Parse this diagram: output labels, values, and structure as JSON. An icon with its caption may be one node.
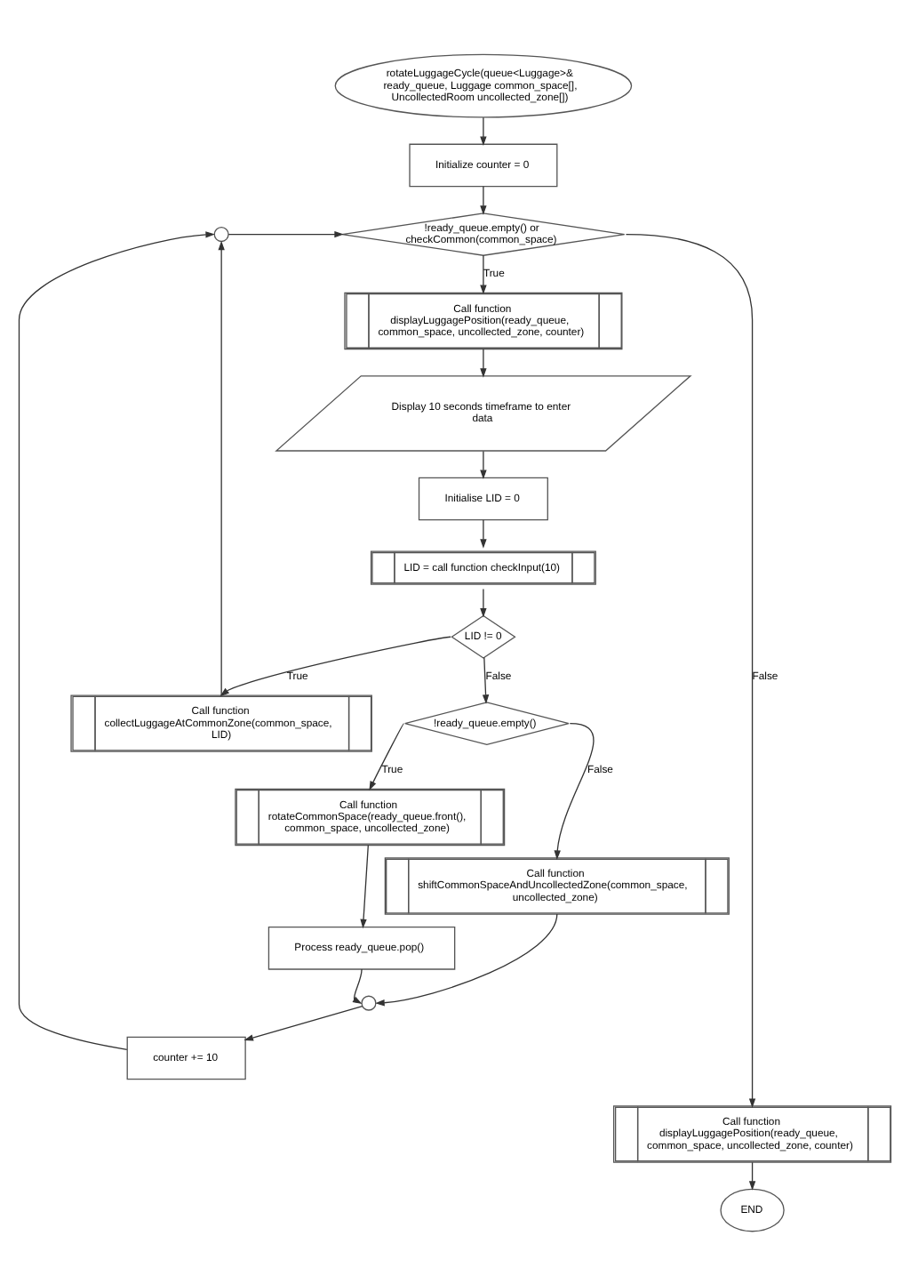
{
  "diagram": {
    "nodes": [
      {
        "text": [
          "rotateLuggageCycle(queue<Luggage>& ready_queue, Luggage common_space[], UncollectedRoom uncollected_zone[])"
        ]
      },
      {
        "text": [
          "Initialize counter = 0"
        ]
      },
      {
        "text": [],
        "shape": "circle"
      },
      {
        "text": [
          "!ready_queue.empty() or checkCommon(common_space)"
        ]
      },
      {
        "text": [
          "Call function displayLuggagePosition(ready_queue, common_space, uncollected_zone, counter)"
        ]
      },
      {
        "text": [
          "Display 10 seconds timeframe to enter data"
        ]
      },
      {
        "text": [
          "Initialise LID = 0"
        ]
      },
      {
        "text": [
          "LID = call function checkInput(10)"
        ]
      },
      {
        "text": [
          "LID != 0"
        ]
      },
      {
        "text": [
          "Call function collectLuggageAtCommonZone(common_space, LID)"
        ]
      },
      {
        "text": [
          "!ready_queue.empty()"
        ]
      },
      {
        "text": [
          "Call function rotateCommonSpace(ready_queue.front(), common_space, uncollected_zone)"
        ]
      },
      {
        "text": [
          "Call function shiftCommonSpaceAndUncollectedZone(common_space, uncollected_zone)"
        ]
      },
      {
        "text": [
          "Process ready_queue.pop()"
        ]
      },
      {
        "text": [],
        "shape": "circle"
      },
      {
        "text": [
          "counter += 10"
        ]
      },
      {
        "text": [
          "Call function displayLuggagePosition(ready_queue, common_space, uncollected_zone, counter)"
        ]
      },
      {
        "text": [
          "END"
        ]
      }
    ],
    "edges": [
      {
        "from": 0,
        "to": 1,
        "arrow": "to"
      },
      {
        "from": 1,
        "to": 3,
        "arrow": "to"
      },
      {
        "from": 2,
        "to": 3,
        "arrow": "to"
      },
      {
        "from": 3,
        "to": 4,
        "arrow": "to",
        "label": "True"
      },
      {
        "from": 3,
        "to": 16,
        "arrow": "to",
        "label": "False"
      },
      {
        "from": 4,
        "to": 5,
        "arrow": "to"
      },
      {
        "from": 5,
        "to": 6,
        "arrow": "to"
      },
      {
        "from": 6,
        "to": 7,
        "arrow": "to"
      },
      {
        "from": 7,
        "to": 8,
        "arrow": "to"
      },
      {
        "from": 8,
        "to": 9,
        "arrow": "to",
        "label": "True"
      },
      {
        "from": 8,
        "to": 10,
        "arrow": "to",
        "label": "False"
      },
      {
        "from": 9,
        "to": 2,
        "arrow": "to"
      },
      {
        "from": 10,
        "to": 11,
        "arrow": "to",
        "label": "True"
      },
      {
        "from": 10,
        "to": 12,
        "arrow": "to",
        "label": "False"
      },
      {
        "from": 11,
        "to": 13,
        "arrow": "to"
      },
      {
        "from": 13,
        "to": 14,
        "arrow": "to"
      },
      {
        "from": 12,
        "to": 14,
        "arrow": "to"
      },
      {
        "from": 14,
        "to": 15,
        "arrow": "to"
      },
      {
        "from": 15,
        "to": 2,
        "arrow": "to"
      },
      {
        "from": 16,
        "to": 17,
        "arrow": "to"
      }
    ]
  }
}
